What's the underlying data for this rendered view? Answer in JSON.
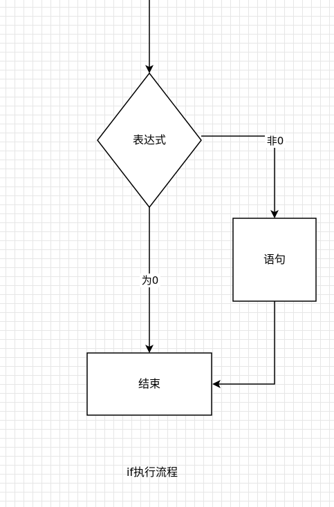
{
  "diagram": {
    "nodes": {
      "expression": {
        "label": "表达式",
        "shape": "diamond"
      },
      "statement": {
        "label": "语句",
        "shape": "rectangle"
      },
      "end": {
        "label": "结束",
        "shape": "rectangle"
      }
    },
    "edges": {
      "nonzero": {
        "label": "非0",
        "from": "expression",
        "to": "statement"
      },
      "zero": {
        "label": "为0",
        "from": "expression",
        "to": "end"
      },
      "statement_to_end": {
        "label": "",
        "from": "statement",
        "to": "end"
      }
    },
    "caption": "if执行流程"
  },
  "colors": {
    "stroke": "#000000",
    "fill": "#ffffff",
    "grid": "#e6e6e6"
  }
}
